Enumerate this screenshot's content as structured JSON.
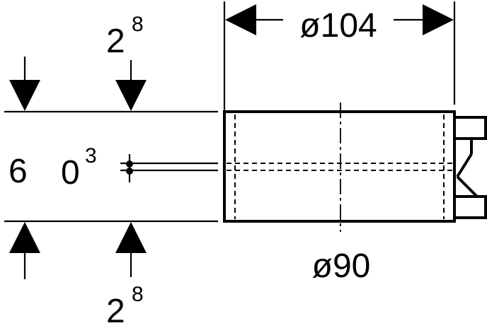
{
  "labels": {
    "outer_diameter": "ø104",
    "inner_diameter": "ø90",
    "top_dimension_base": "2",
    "top_dimension_sup": "8",
    "bottom_dimension_base": "2",
    "bottom_dimension_sup": "8",
    "left_dimension": "6",
    "mid_dimension_base": "0",
    "mid_dimension_sup": "3"
  },
  "colors": {
    "ink": "#000000",
    "paper": "#ffffff"
  }
}
